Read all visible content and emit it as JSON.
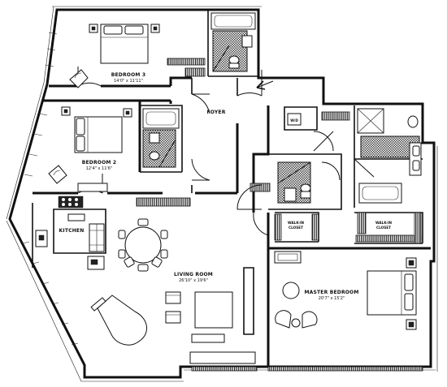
{
  "rooms": {
    "bedroom3": {
      "name": "BEDROOM 3",
      "dims": "14'0\" x 11'11\""
    },
    "bedroom2": {
      "name": "BEDROOM 2",
      "dims": "12'4\" x 11'6\""
    },
    "foyer": {
      "name": "FOYER"
    },
    "wd": {
      "name": "W/D"
    },
    "kitchen": {
      "name": "KITCHEN"
    },
    "living": {
      "name": "LIVING ROOM",
      "dims": "26'10\" x 19'6\""
    },
    "walkin1": {
      "line1": "WALK-IN",
      "line2": "CLOSET"
    },
    "walkin2": {
      "line1": "WALK-IN",
      "line2": "CLOSET"
    },
    "master": {
      "name": "MASTER BEDROOM",
      "dims": "20'7\" x 15'2\""
    }
  },
  "icons": {
    "entry": "entry-arrow-icon"
  }
}
